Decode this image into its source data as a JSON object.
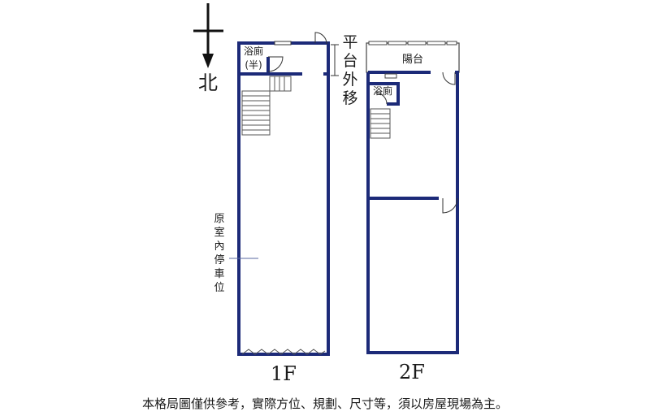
{
  "compass": {
    "north_label": "北"
  },
  "floor1": {
    "label": "1F",
    "bathroom_label": "浴廁",
    "bathroom_note": "(半)",
    "parking_note": "原室內停車位"
  },
  "floor2": {
    "label": "2F",
    "balcony_label": "陽台",
    "bathroom_label": "浴廁"
  },
  "annotation": {
    "text": "平台外移"
  },
  "disclaimer": "本格局圖僅供參考，實際方位、規劃、尺寸等，須以房屋現場為主。",
  "colors": {
    "wall": "#1c2a78",
    "line": "#333333"
  }
}
